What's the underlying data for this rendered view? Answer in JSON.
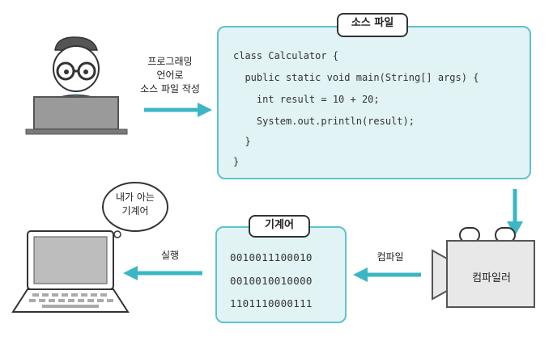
{
  "source_box": {
    "title": "소스 파일",
    "code_lines": [
      "class Calculator {",
      "  public static void main(String[] args) {",
      "    int result = 10 + 20;",
      "    System.out.println(result);",
      "  }",
      "}"
    ]
  },
  "write_label": [
    "프로그래밍",
    "언어로",
    "소스 파일 작성"
  ],
  "machine_box": {
    "title": "기계어",
    "lines": [
      "0010011100010",
      "0010010010000",
      "1101110000111"
    ]
  },
  "compile_label": "컴파일",
  "compiler_label": "컴파일러",
  "run_label": "실행",
  "thought": [
    "내가 아는",
    "기계어"
  ],
  "colors": {
    "accent": "#3bb6c4",
    "box_fill": "#e1f3f5",
    "box_border": "#5cc3cc"
  }
}
